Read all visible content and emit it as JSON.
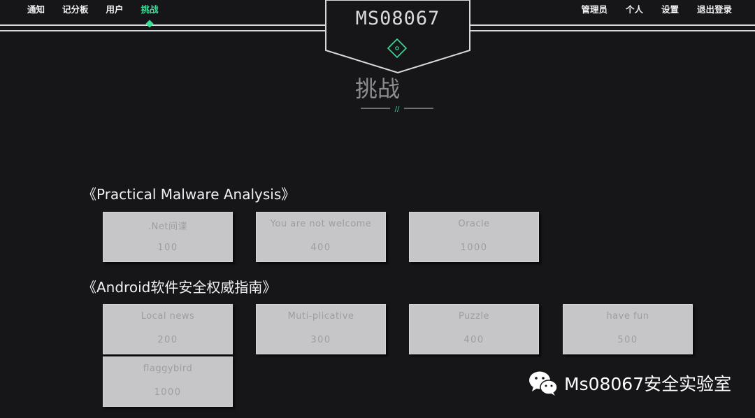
{
  "nav": {
    "left": [
      {
        "label": "通知"
      },
      {
        "label": "记分板"
      },
      {
        "label": "用户"
      },
      {
        "label": "挑战"
      }
    ],
    "right": [
      {
        "label": "管理员"
      },
      {
        "label": "个人"
      },
      {
        "label": "设置"
      },
      {
        "label": "退出登录"
      }
    ],
    "active": "挑战",
    "accent_color": "#3ddc97"
  },
  "logo": {
    "text": "MS08067",
    "icon": "diamond-target-icon"
  },
  "page_title": "挑战",
  "title_deco": "//",
  "sections": [
    {
      "title": "《Practical Malware Analysis》",
      "challenges": [
        {
          "name": ".Net间谍",
          "score": "100"
        },
        {
          "name": "You are not welcome",
          "score": "400"
        },
        {
          "name": "Oracle",
          "score": "1000"
        }
      ]
    },
    {
      "title": "《Android软件安全权威指南》",
      "challenges": [
        {
          "name": "Local news",
          "score": "200"
        },
        {
          "name": "Muti-plicative",
          "score": "300"
        },
        {
          "name": "Puzzle",
          "score": "400"
        },
        {
          "name": "have fun",
          "score": "500"
        },
        {
          "name": "flaggybird",
          "score": "1000"
        }
      ]
    }
  ],
  "watermark": {
    "text": "Ms08067安全实验室",
    "icon": "wechat-icon"
  }
}
